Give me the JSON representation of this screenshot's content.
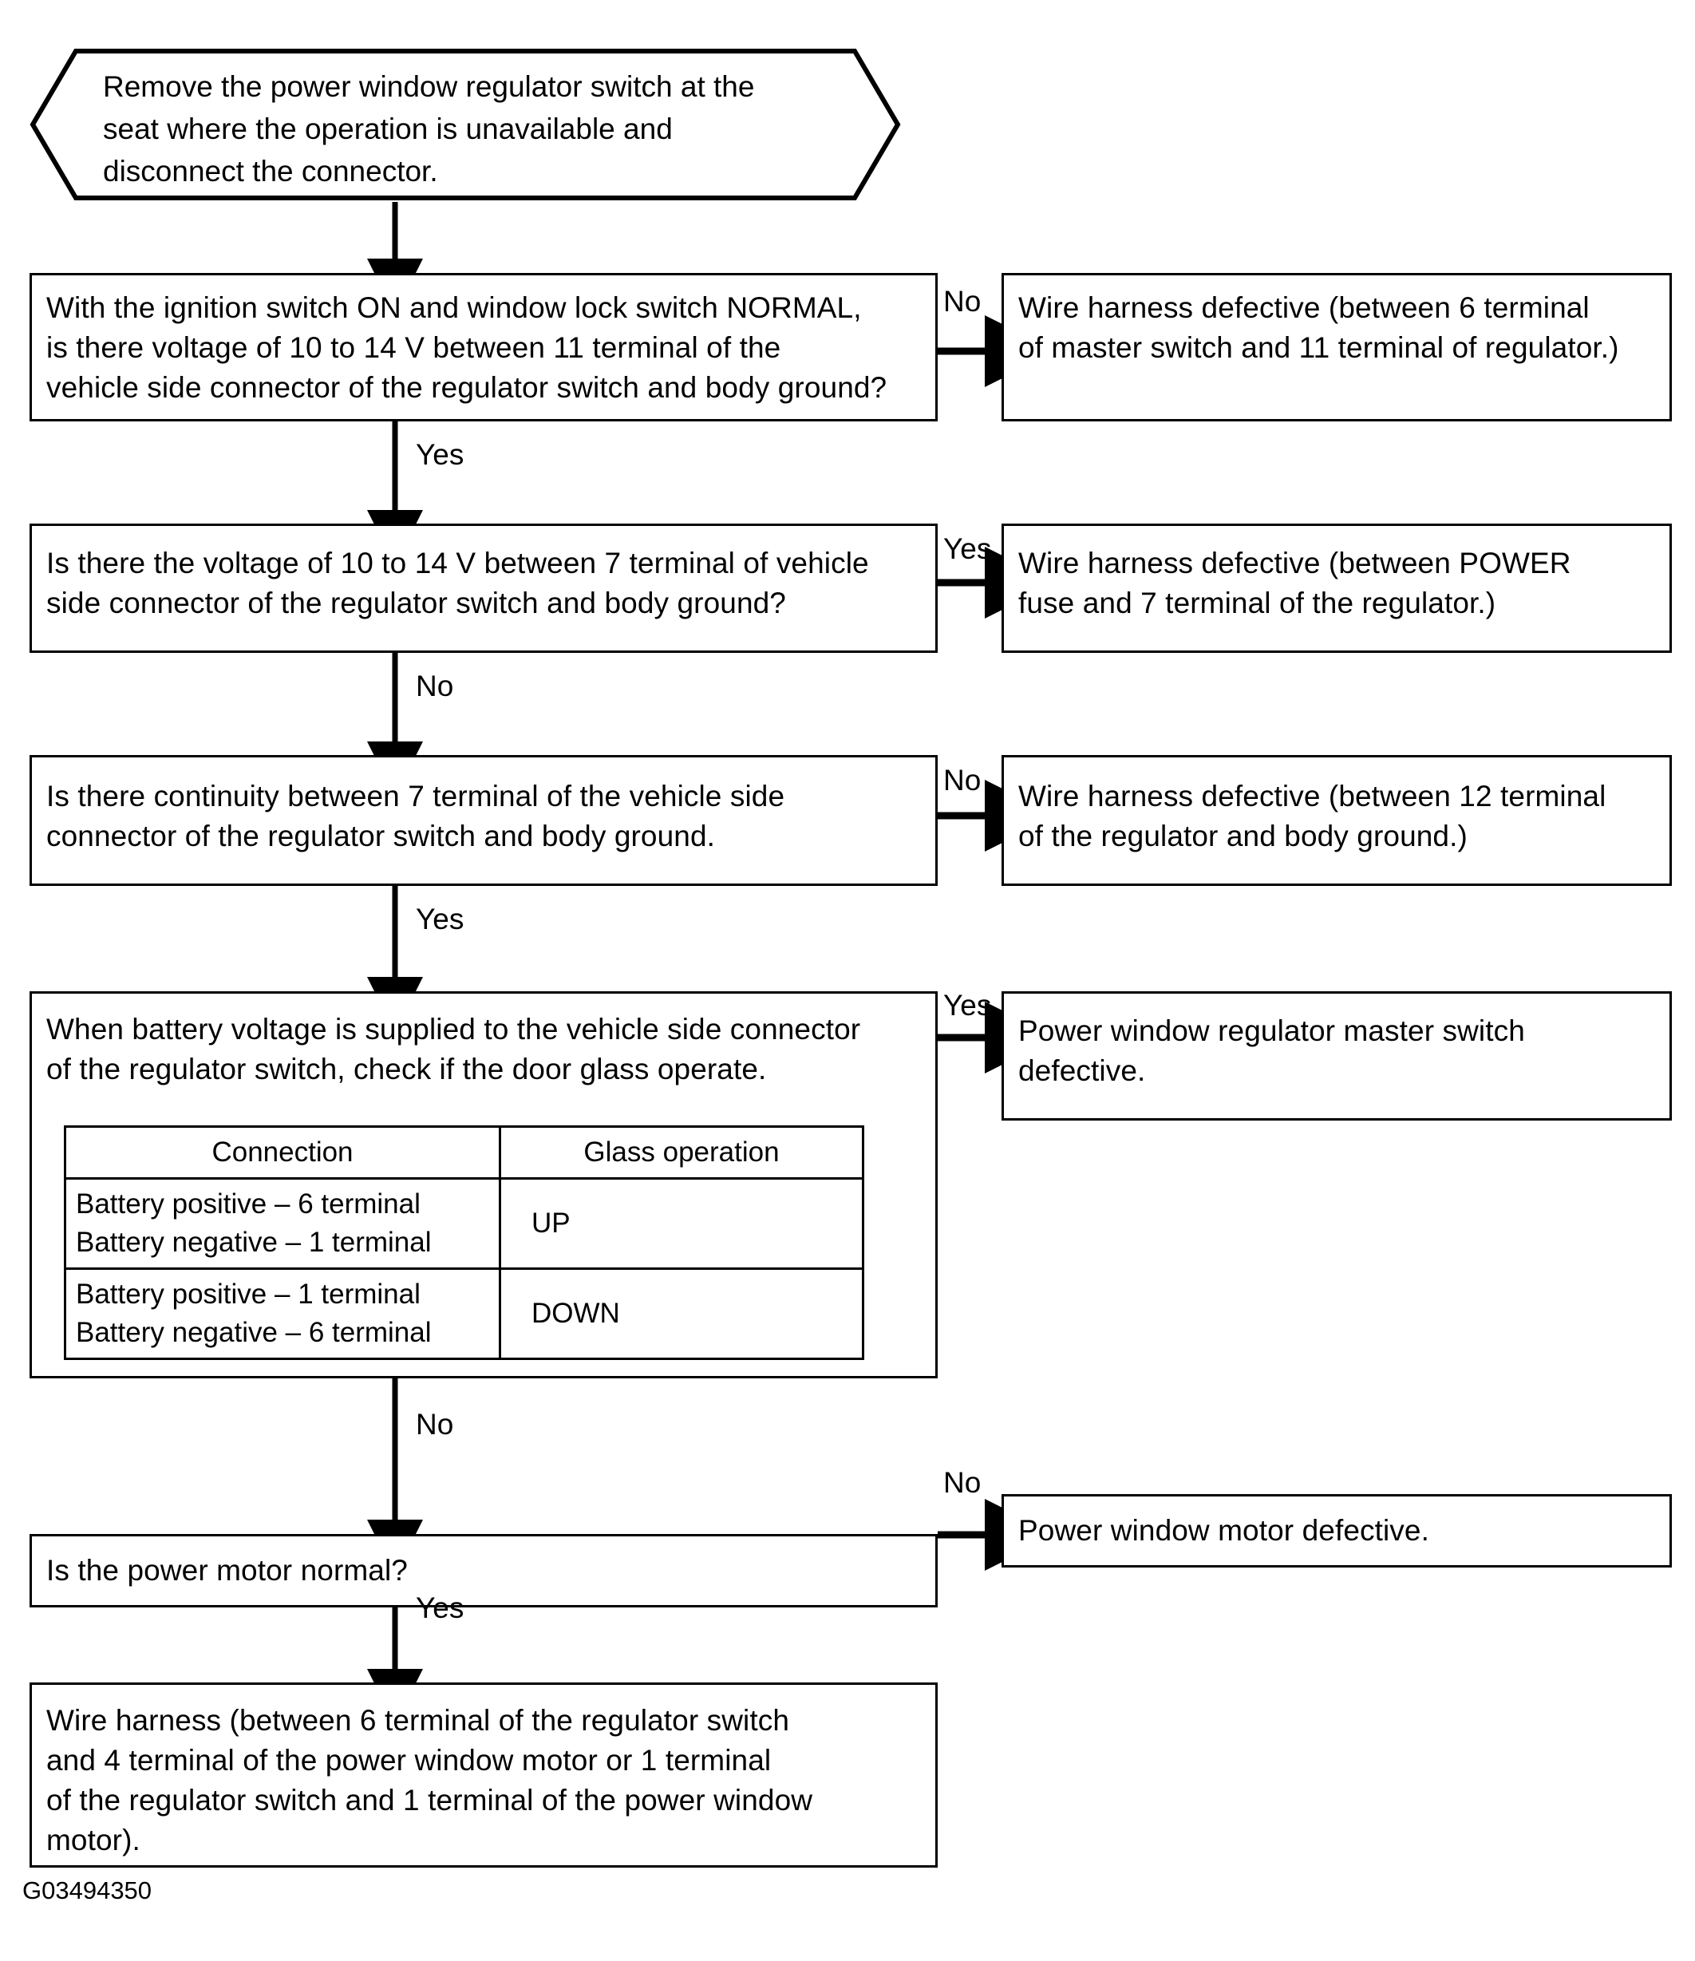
{
  "diagram": {
    "type": "flowchart",
    "reference_code": "G03494350",
    "start": {
      "shape": "hexagon",
      "text": "Remove the power window regulator switch at the\nseat where the operation is unavailable and\ndisconnect the connector."
    },
    "steps": [
      {
        "id": "q1",
        "question": "With the ignition switch ON and window lock switch NORMAL,\nis there voltage of 10 to 14 V between 11 terminal of the\nvehicle side connector of the regulator switch and body ground?",
        "branch_label": "No",
        "result": "Wire harness defective (between 6 terminal\nof master switch and 11 terminal of regulator.)",
        "down_label": "Yes"
      },
      {
        "id": "q2",
        "question": "Is there the voltage of 10 to 14 V between 7 terminal of vehicle\nside connector of the regulator switch and body ground?",
        "branch_label": "Yes",
        "result": "Wire harness defective (between POWER\nfuse and 7 terminal of the regulator.)",
        "down_label": "No"
      },
      {
        "id": "q3",
        "question": "Is there continuity between 7 terminal of the vehicle side\nconnector of the regulator switch and body ground.",
        "branch_label": "No",
        "result": "Wire harness defective (between 12 terminal\nof the regulator and body ground.)",
        "down_label": "Yes"
      },
      {
        "id": "q4",
        "question": "When battery voltage is supplied to the vehicle side connector\nof the regulator switch, check if the door glass operate.",
        "branch_label": "Yes",
        "result": "Power window regulator master switch\ndefective.",
        "down_label": "No",
        "table": {
          "headers": [
            "Connection",
            "Glass operation"
          ],
          "rows": [
            {
              "connection": "Battery positive – 6 terminal\nBattery negative – 1 terminal",
              "operation": "UP"
            },
            {
              "connection": "Battery positive – 1 terminal\nBattery negative – 6 terminal",
              "operation": "DOWN"
            }
          ]
        }
      },
      {
        "id": "q5",
        "question": "Is the power motor normal?",
        "branch_label": "No",
        "result": "Power window motor defective.",
        "down_label": "Yes"
      }
    ],
    "end": {
      "text": "Wire harness (between 6 terminal of the regulator switch\nand 4 terminal of the power window motor or 1 terminal\nof the regulator switch and 1 terminal of the power window\nmotor)."
    }
  }
}
